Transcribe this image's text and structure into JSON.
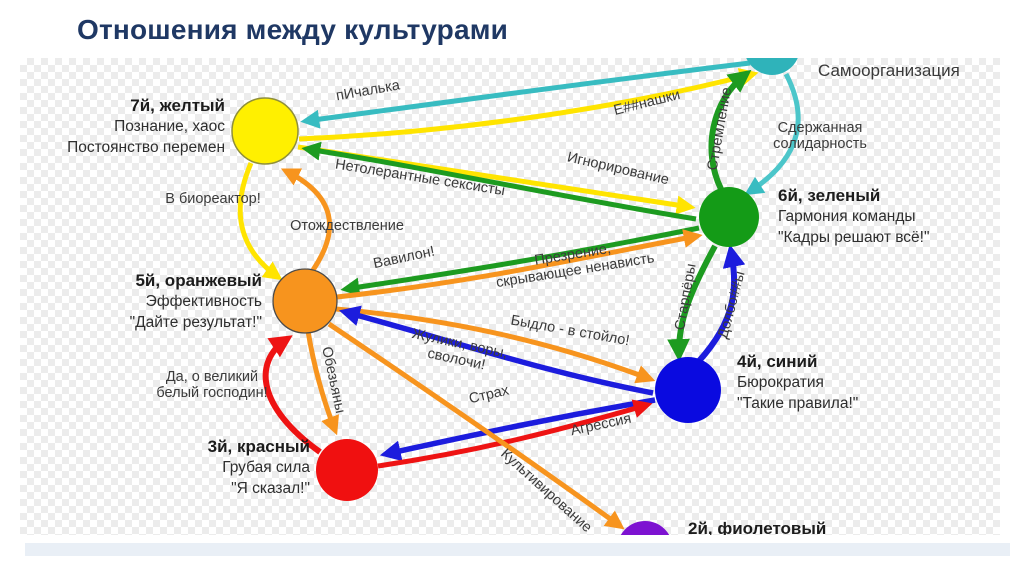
{
  "title": "Отношения между культурами",
  "colors": {
    "yellow": "#ffe400",
    "teal": "#38bcc1",
    "green": "#1d9b20",
    "orange": "#f7941e",
    "blue": "#1c1cdd",
    "red": "#ee1313",
    "title_text": "#1f3864",
    "label_text": "#3b3b3b",
    "footer_bar": "#e9eff6"
  },
  "nodes": [
    {
      "key": "yellow",
      "color": "#fff000",
      "title": "7й, желтый",
      "subtitle": "Познание, хаос\nПостоянство перемен"
    },
    {
      "key": "teal",
      "color": "#2fb3ba",
      "title": "Самоорганизация",
      "subtitle": ""
    },
    {
      "key": "green",
      "color": "#149b17",
      "title": "6й, зеленый",
      "subtitle": "Гармония команды\n\"Кадры решают всё!\""
    },
    {
      "key": "orange",
      "color": "#f7941e",
      "title": "5й, оранжевый",
      "subtitle": "Эффективность\n\"Дайте результат!\""
    },
    {
      "key": "blue",
      "color": "#0a0ae0",
      "title": "4й, синий",
      "subtitle": "Бюрократия\n\"Такие правила!\""
    },
    {
      "key": "red",
      "color": "#f01010",
      "title": "3й, красный",
      "subtitle": "Грубая сила\n\"Я сказал!\""
    },
    {
      "key": "purple",
      "color": "#7d12d1",
      "title": "2й, фиолетовый",
      "subtitle": ""
    }
  ],
  "edges": [
    {
      "from": "teal",
      "to": "yellow",
      "label": "пИчалька",
      "color": "#38bcc1"
    },
    {
      "from": "yellow",
      "to": "teal",
      "label": "Е##нашки",
      "color": "#ffe400"
    },
    {
      "from": "yellow",
      "to": "green",
      "label": "Игнорирование",
      "color": "#ffe400"
    },
    {
      "from": "green",
      "to": "yellow",
      "label": "Нетолерантные сексисты",
      "color": "#1d9b20"
    },
    {
      "from": "green",
      "to": "teal",
      "label": "Стремление",
      "color": "#1d9b20"
    },
    {
      "from": "teal",
      "to": "green",
      "label": "Сдержанная\nсолидарность",
      "color": "#4cc6ca"
    },
    {
      "from": "yellow",
      "to": "orange",
      "label": "В биореактор!",
      "color": "#ffe400"
    },
    {
      "from": "orange",
      "to": "yellow",
      "label": "Отождествление",
      "color": "#f7941e"
    },
    {
      "from": "green",
      "to": "orange",
      "label": "Вавилон!",
      "color": "#1d9b20"
    },
    {
      "from": "orange",
      "to": "green",
      "label": "Презрение,\nскрывающее ненависть",
      "color": "#f7941e"
    },
    {
      "from": "orange",
      "to": "blue",
      "label": "Быдло - в стойло!",
      "color": "#f7941e"
    },
    {
      "from": "blue",
      "to": "orange",
      "label": "Жулики, воры,\nсволочи!",
      "color": "#1c1cdd"
    },
    {
      "from": "green",
      "to": "blue",
      "label": "Старпёры",
      "color": "#1d9b20"
    },
    {
      "from": "blue",
      "to": "green",
      "label": "Долбо##ы",
      "color": "#1c1cdd"
    },
    {
      "from": "orange",
      "to": "red",
      "label": "Обезьяны",
      "color": "#f7941e"
    },
    {
      "from": "red",
      "to": "orange",
      "label": "Да, о великий\nбелый господин!",
      "color": "#ee1313"
    },
    {
      "from": "blue",
      "to": "red",
      "label": "Страх",
      "color": "#1c1cdd"
    },
    {
      "from": "red",
      "to": "blue",
      "label": "Агрессия",
      "color": "#ee1313"
    },
    {
      "from": "orange",
      "to": "purple",
      "label": "Культивирование",
      "color": "#f7941e"
    }
  ]
}
